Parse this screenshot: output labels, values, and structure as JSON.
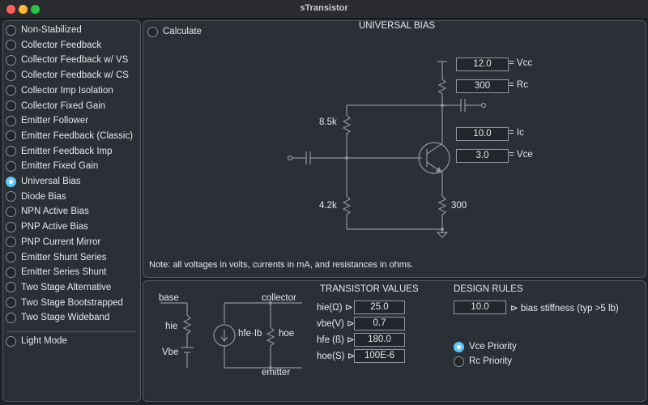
{
  "window": {
    "title": "sTransistor"
  },
  "sidebar": {
    "items": [
      {
        "label": "Non-Stabilized",
        "selected": false
      },
      {
        "label": "Collector Feedback",
        "selected": false
      },
      {
        "label": "Collector Feedback w/ VS",
        "selected": false
      },
      {
        "label": "Collector Feedback w/ CS",
        "selected": false
      },
      {
        "label": "Collector Imp Isolation",
        "selected": false
      },
      {
        "label": "Collector Fixed Gain",
        "selected": false
      },
      {
        "label": "Emitter Follower",
        "selected": false
      },
      {
        "label": "Emitter Feedback (Classic)",
        "selected": false
      },
      {
        "label": "Emitter Feedback Imp",
        "selected": false
      },
      {
        "label": "Emitter Fixed Gain",
        "selected": false
      },
      {
        "label": "Universal Bias",
        "selected": true
      },
      {
        "label": "Diode Bias",
        "selected": false
      },
      {
        "label": "NPN Active Bias",
        "selected": false
      },
      {
        "label": "PNP Active Bias",
        "selected": false
      },
      {
        "label": "PNP Current Mirror",
        "selected": false
      },
      {
        "label": "Emitter Shunt Series",
        "selected": false
      },
      {
        "label": "Emitter Series Shunt",
        "selected": false
      },
      {
        "label": "Two Stage Alternative",
        "selected": false
      },
      {
        "label": "Two Stage Bootstrapped",
        "selected": false
      },
      {
        "label": "Two Stage Wideband",
        "selected": false
      }
    ],
    "light_mode": {
      "label": "Light Mode",
      "selected": false
    }
  },
  "circuit": {
    "calculate_label": "Calculate",
    "title": "UNIVERSAL BIAS",
    "vcc": {
      "value": "12.0",
      "label": "= Vcc"
    },
    "rc": {
      "value": "300",
      "label": "= Rc"
    },
    "ic": {
      "value": "10.0",
      "label": "= Ic"
    },
    "vce": {
      "value": "3.0",
      "label": "= Vce"
    },
    "r1_label": "8.5k",
    "r2_label": "4.2k",
    "re_label": "300",
    "note": "Note: all voltages in volts, currents in mA, and resistances in ohms."
  },
  "model": {
    "base": "base",
    "collector": "collector",
    "emitter": "emitter",
    "hie": "hie",
    "vbe": "Vbe",
    "hfe_ib": "hfe·Ib",
    "hoe": "hoe"
  },
  "transistor_values": {
    "title": "TRANSISTOR VALUES",
    "fields": [
      {
        "label": "hie(Ω) ⊳",
        "value": "25.0"
      },
      {
        "label": "vbe(V) ⊳",
        "value": "0.7"
      },
      {
        "label": "hfe (ß) ⊳",
        "value": "180.0"
      },
      {
        "label": "hoe(S) ⊳",
        "value": "100E-6"
      }
    ]
  },
  "design_rules": {
    "title": "DESIGN RULES",
    "stiffness_value": "10.0",
    "stiffness_label": "⊳ bias stiffness (typ >5 lb)",
    "priorities": [
      {
        "label": "Vce Priority",
        "selected": true
      },
      {
        "label": "Rc Priority",
        "selected": false
      }
    ]
  },
  "colors": {
    "accent": "#5fc8f4",
    "wire": "#8d969d"
  }
}
